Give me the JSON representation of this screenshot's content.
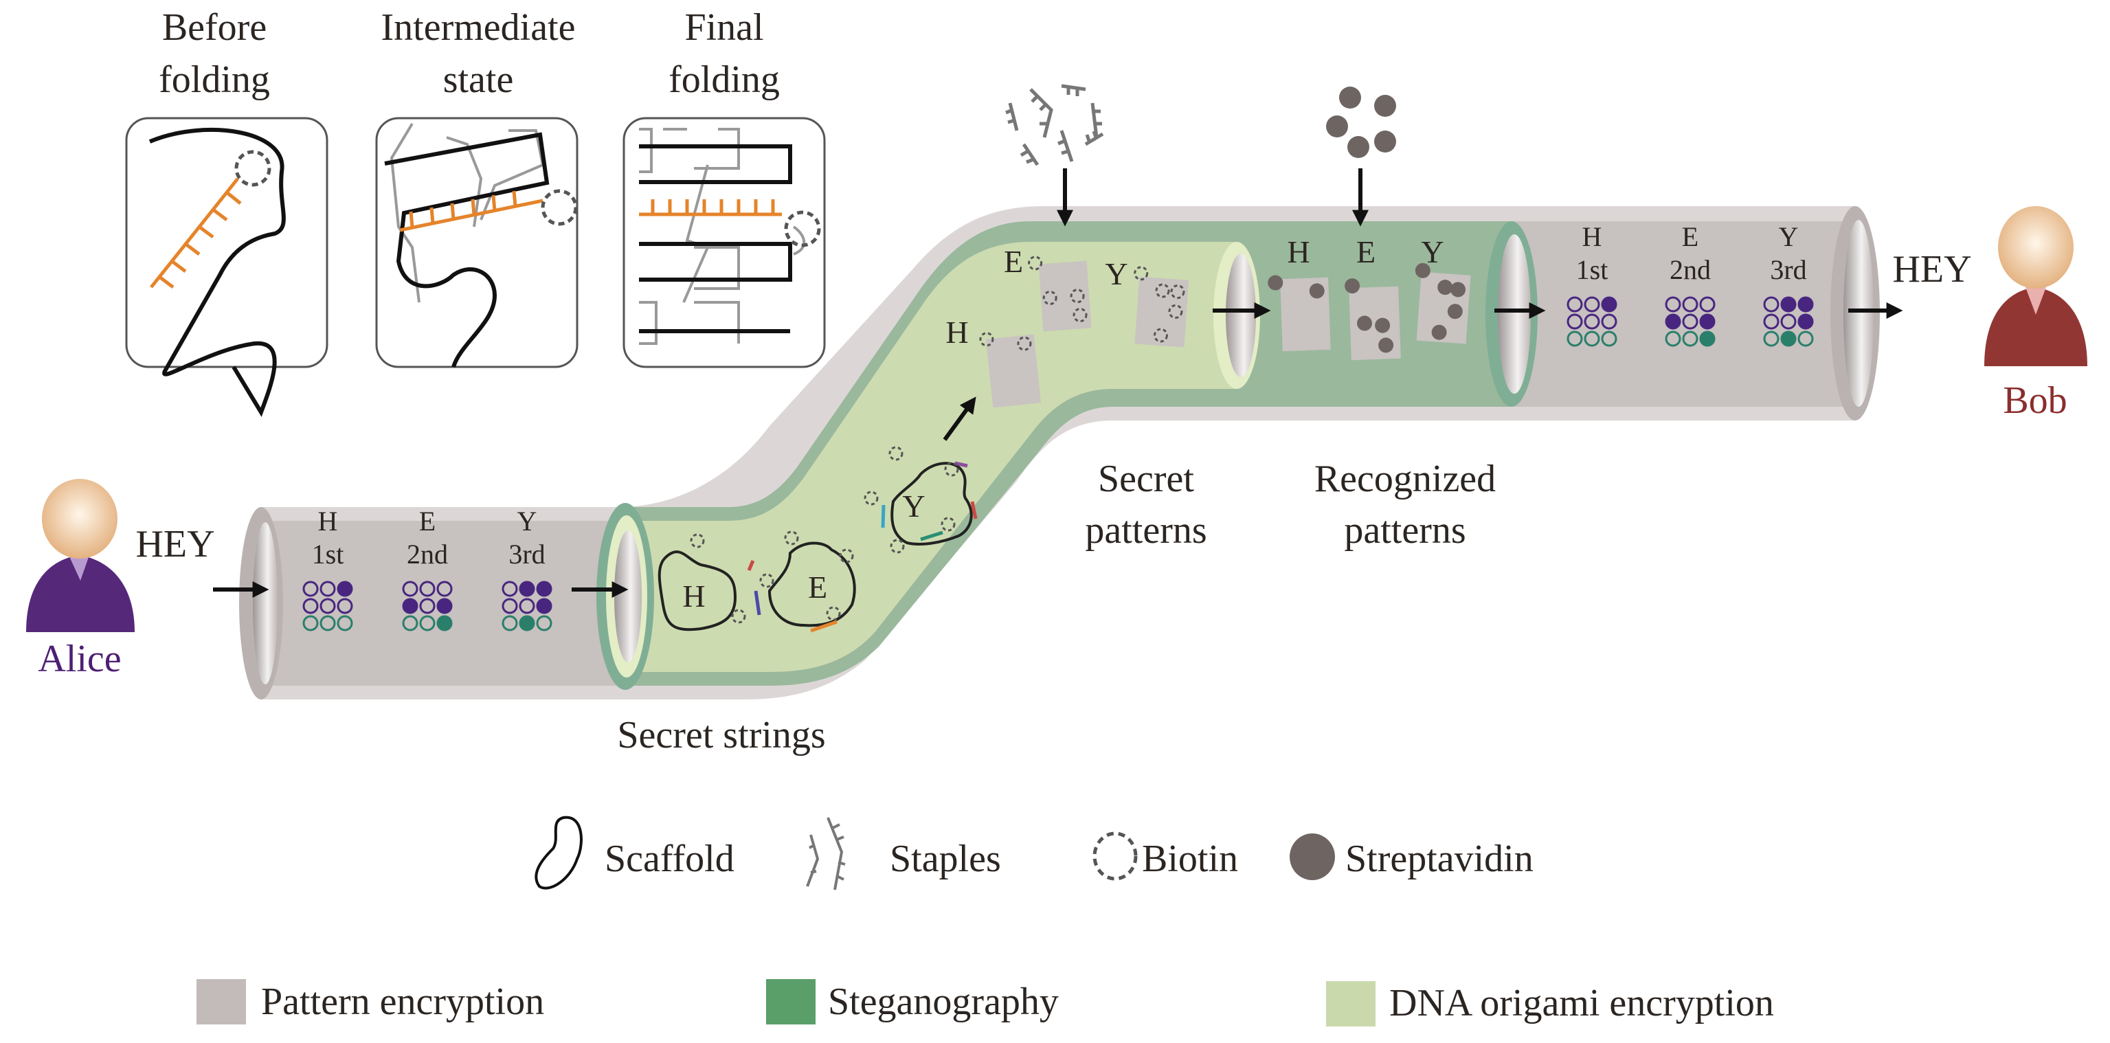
{
  "folding_stages": [
    {
      "label_line1": "Before",
      "label_line2": "folding"
    },
    {
      "label_line1": "Intermediate",
      "label_line2": "state"
    },
    {
      "label_line1": "Final",
      "label_line2": "folding"
    }
  ],
  "sender": {
    "name": "Alice",
    "message": "HEY",
    "body_color": "#55287a",
    "collar_color": "#b79bd0"
  },
  "receiver": {
    "name": "Bob",
    "message": "HEY",
    "body_color": "#923634",
    "collar_color": "#e9b0ad"
  },
  "head_color": "#e8b98a",
  "letters": [
    {
      "char": "H",
      "order": "1st",
      "pattern": [
        [
          0,
          0,
          1
        ],
        [
          0,
          0,
          0
        ],
        [
          0,
          0,
          0
        ]
      ]
    },
    {
      "char": "E",
      "order": "2nd",
      "pattern": [
        [
          0,
          0,
          0
        ],
        [
          1,
          0,
          1
        ],
        [
          0,
          0,
          1
        ]
      ]
    },
    {
      "char": "Y",
      "order": "3rd",
      "pattern": [
        [
          0,
          1,
          1
        ],
        [
          0,
          0,
          1
        ],
        [
          0,
          1,
          0
        ]
      ]
    }
  ],
  "dot_colors": {
    "purple": "#48267f",
    "teal": "#2a7f6a"
  },
  "stage_labels": {
    "secret_strings": "Secret strings",
    "secret_patterns_line1": "Secret",
    "secret_patterns_line2": "patterns",
    "recognized_patterns_line1": "Recognized",
    "recognized_patterns_line2": "patterns"
  },
  "origami_letters": [
    "H",
    "E",
    "Y"
  ],
  "recognized_letters": [
    "H",
    "E",
    "Y"
  ],
  "component_legend": [
    {
      "icon": "scaffold-icon",
      "label": "Scaffold"
    },
    {
      "icon": "staples-icon",
      "label": "Staples"
    },
    {
      "icon": "biotin-icon",
      "label": "Biotin"
    },
    {
      "icon": "streptavidin-icon",
      "label": "Streptavidin"
    }
  ],
  "layer_legend": [
    {
      "label": "Pattern encryption",
      "color": "#c2bbba"
    },
    {
      "label": "Steganography",
      "color": "#5a9e6a"
    },
    {
      "label": "DNA origami encryption",
      "color": "#cad9ac"
    }
  ],
  "colors": {
    "pipe_grey": "#c7c1c0",
    "pipe_grey_light": "#e0dcdb",
    "stego_green": "#9ab89c",
    "stego_rim": "#7fae95",
    "origami_green": "#cddbb0",
    "origami_rim": "#e3edc6",
    "tile_grey": "#c9c3c2",
    "streptavidin": "#6e6563",
    "orange": "#e5842b"
  }
}
